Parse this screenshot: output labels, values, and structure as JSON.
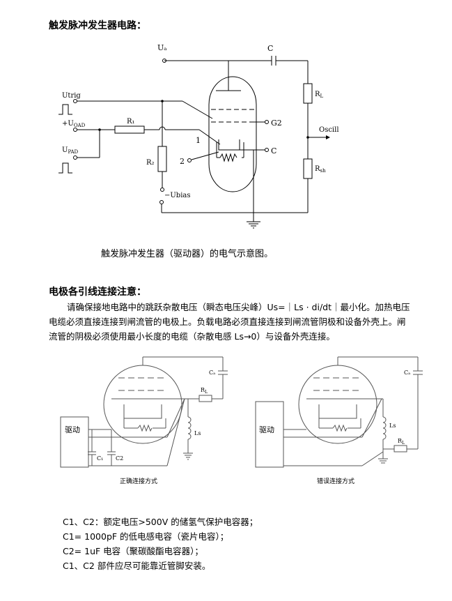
{
  "section1": {
    "title": "触发脉冲发生器电路：",
    "caption": "触发脉冲发生器（驱动器）的电气示意图。",
    "labels": {
      "ua": "Uₐ",
      "c_top": "C",
      "utrig": "Utrig",
      "uload": "+U",
      "uload_sub": "OAD",
      "upad": "U",
      "upad_sub": "PAD",
      "r1": "R₁",
      "r2": "R₂",
      "rl": "R",
      "rl_sub": "L",
      "rsh": "R",
      "rsh_sub": "sh",
      "g2": "G2",
      "c_right": "C",
      "pin1": "1",
      "pin2": "2",
      "oscill": "Oscill",
      "ubias": "−Ubias"
    }
  },
  "section2": {
    "title": "电极各引线连接注意：",
    "paragraph": [
      "请确保接地电路中的跳跃杂散电压（瞬态电压尖峰）Us=｜Ls · di/dt｜最小化。加热电压",
      "电缆必须直接连接到闸流管的电极上。负载电路必须直接连接到闸流管阴极和设备外壳上。闸",
      "流管的阴极必须使用最小长度的电缆（杂散电感 Ls→0）与设备外壳连接。"
    ],
    "correct": {
      "driver": "驱动",
      "ca": "Cₐ",
      "rl": "R",
      "rl_sub": "L",
      "ls": "Ls",
      "c1": "C₁",
      "c2": "C2",
      "caption": "正确连接方式"
    },
    "wrong": {
      "driver": "驱动",
      "ca": "Cₐ",
      "ls": "Ls",
      "rl": "R",
      "rl_sub": "L",
      "caption": "错误连接方式"
    }
  },
  "notes": [
    "C1、C2：额定电压>500V 的储氢气保护电容器；",
    "C1= 1000pF 的低电感电容（瓷片电容）；",
    "C2= 1uF 电容（聚碳酸酯电容器）；",
    "C1、C2 部件应尽可能靠近管脚安装。"
  ]
}
